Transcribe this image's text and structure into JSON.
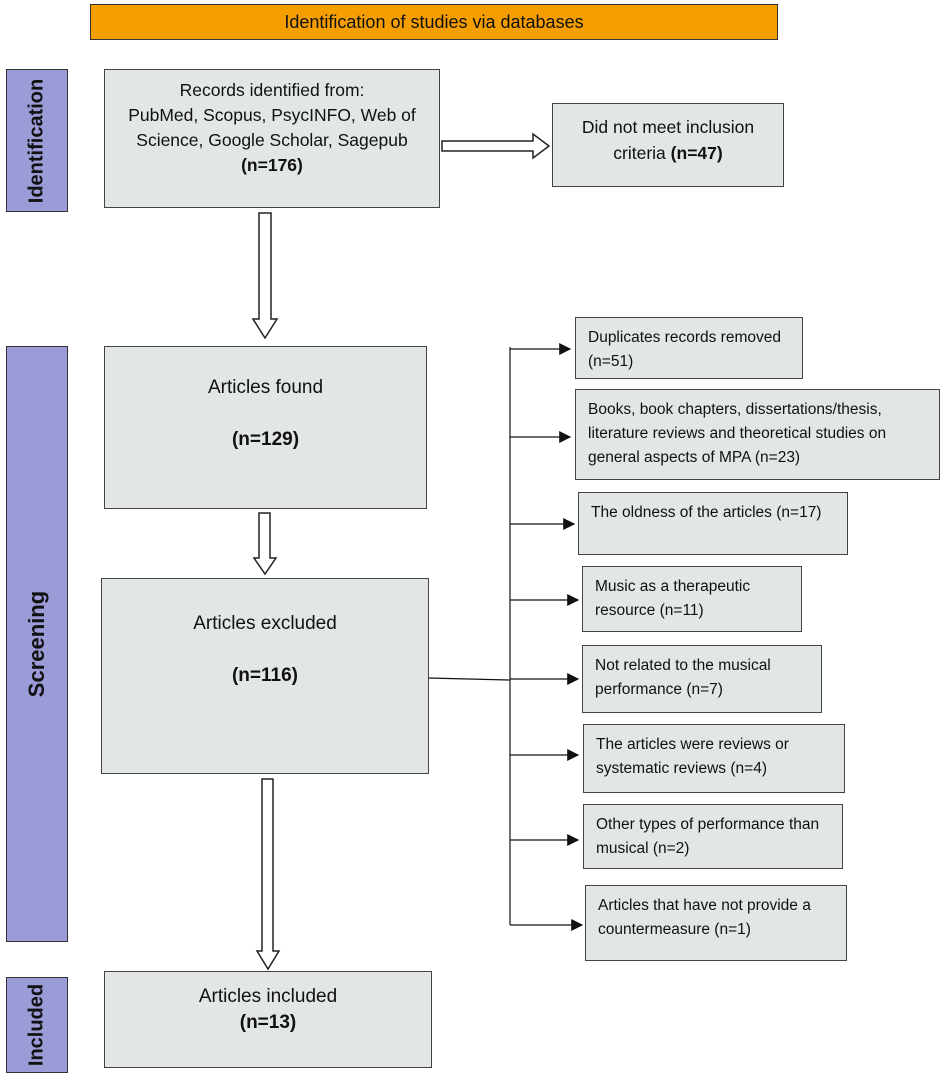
{
  "header": {
    "title": "Identification of studies via databases"
  },
  "phases": {
    "identification": "Identification",
    "screening": "Screening",
    "included": "Included"
  },
  "identification": {
    "records_label": "Records identified from:",
    "sources": "PubMed, Scopus, PsycINFO, Web of Science, Google Scholar, Sagepub",
    "count": "(n=176)",
    "excluded_label": "Did not meet inclusion criteria",
    "excluded_count": "(n=47)"
  },
  "screening": {
    "found_label": "Articles found",
    "found_count": "(n=129)",
    "excluded_label": "Articles excluded",
    "excluded_count": "(n=116)",
    "reasons": [
      "Duplicates records removed (n=51)",
      "Books, book chapters, dissertations/thesis, literature reviews and theoretical studies on general aspects of MPA (n=23)",
      "The oldness of the articles (n=17)",
      "Music as a therapeutic resource (n=11)",
      "Not related to the musical performance (n=7)",
      "The articles were reviews or systematic reviews (n=4)",
      "Other types of performance than musical (n=2)",
      "Articles that have not provide a countermeasure (n=1)"
    ]
  },
  "included": {
    "label": "Articles included",
    "count": "(n=13)"
  }
}
